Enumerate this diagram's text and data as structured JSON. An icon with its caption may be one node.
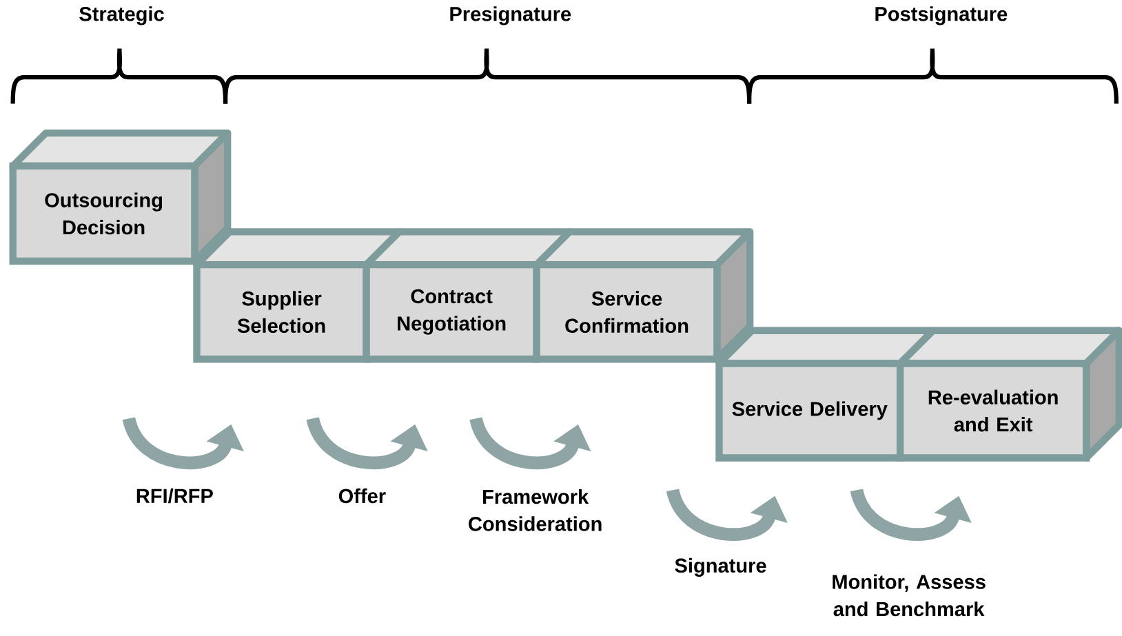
{
  "diagram": {
    "nodes": [
      {
        "text": [
          "Outsourcing Decision"
        ]
      },
      {
        "text": [
          "Supplier Selection"
        ]
      },
      {
        "text": [
          "Contract Negotiation"
        ]
      },
      {
        "text": [
          "Service Confirmation"
        ]
      },
      {
        "text": [
          "Service Delivery"
        ]
      },
      {
        "text": [
          "Re-evaluation and Exit"
        ]
      }
    ],
    "labels": [
      "Strategic",
      "Presignature",
      "Postsignature",
      "RFI/RFP",
      "Offer",
      "Framework Consideration",
      "Signature",
      "Monitor, Assess and Benchmark"
    ]
  }
}
